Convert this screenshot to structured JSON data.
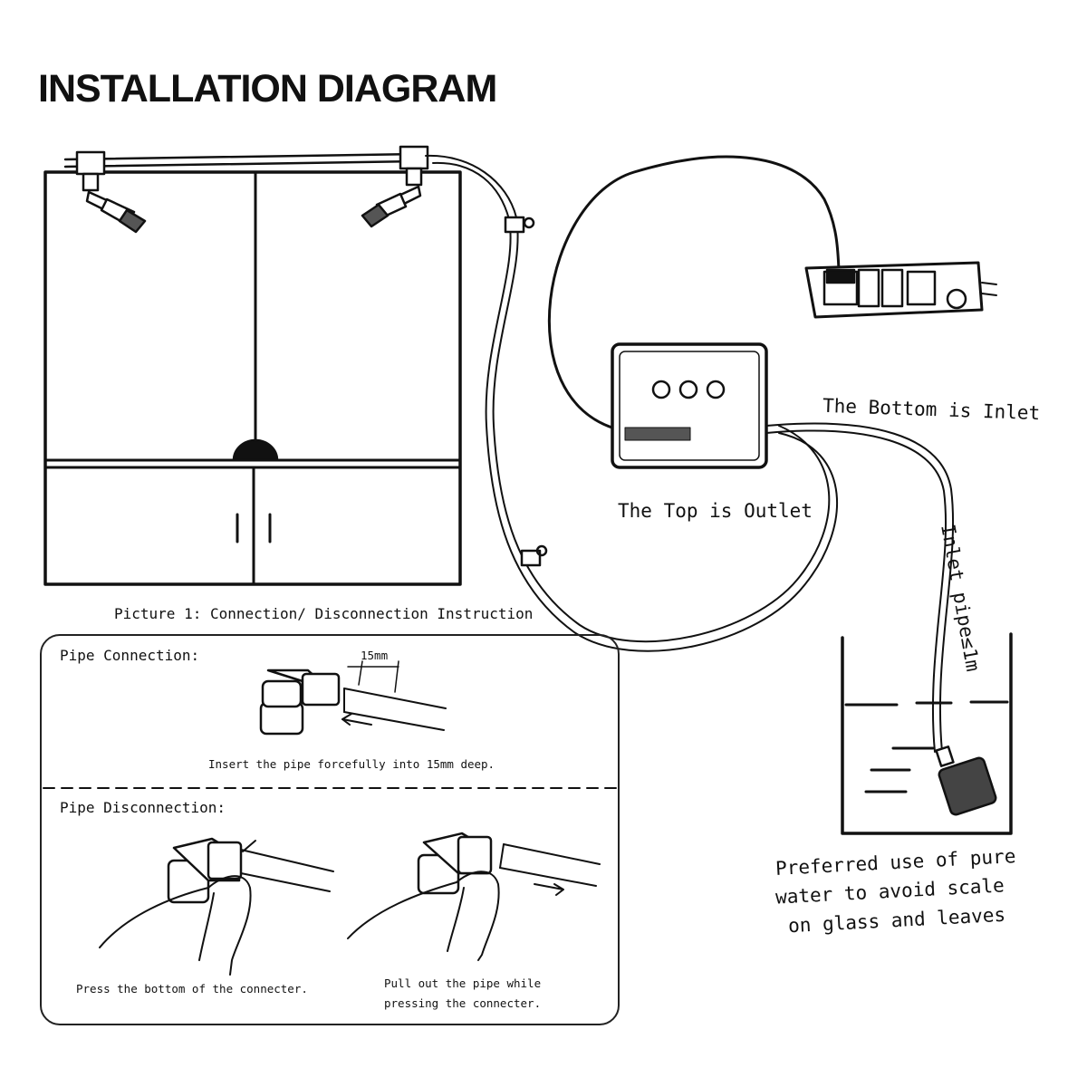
{
  "title": "INSTALLATION DIAGRAM",
  "labels": {
    "bottom_inlet": "The Bottom is Inlet",
    "top_outlet": "The Top is Outlet",
    "inlet_pipe": "Inlet pipe≤1m",
    "picture_caption": "Picture 1: Connection/ Disconnection Instruction",
    "preferred_line1": "Preferred use of pure",
    "preferred_line2": "water to avoid scale",
    "preferred_line3": "on glass and leaves"
  },
  "panel": {
    "connection_title": "Pipe Connection:",
    "depth_label": "15mm",
    "insert_instruction": "Insert the pipe forcefully into 15mm deep.",
    "disconnection_title": "Pipe Disconnection:",
    "press_instruction": "Press the bottom of the connecter.",
    "pull_instruction_line1": "Pull out the pipe while",
    "pull_instruction_line2": "pressing the connecter."
  },
  "colors": {
    "ink": "#111111",
    "background": "#ffffff"
  },
  "icons": [
    "spray-nozzle-icon",
    "power-strip-icon",
    "controller-box-icon",
    "filter-icon",
    "hand-icon",
    "connector-icon"
  ]
}
